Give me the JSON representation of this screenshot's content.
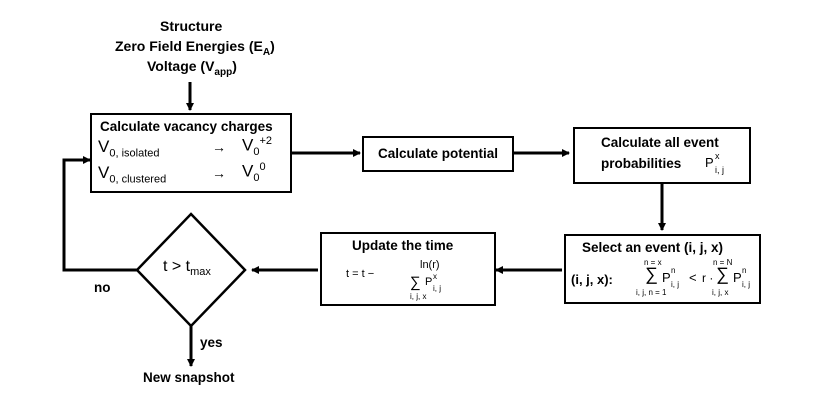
{
  "inputs": {
    "line1": "Structure",
    "line2_main": "Zero Field Energies (E",
    "line2_sub": "A",
    "line2_end": ")",
    "line3_main": "Voltage (V",
    "line3_sub": "app",
    "line3_end": ")"
  },
  "vacancy": {
    "title": "Calculate vacancy charges",
    "row1_left_main": "V",
    "row1_left_sub": "0, isolated",
    "row1_arrow": "→",
    "row1_right_main": "V",
    "row1_right_sub": "0",
    "row1_right_sup": "+2",
    "row2_left_main": "V",
    "row2_left_sub": "0, clustered",
    "row2_arrow": "→",
    "row2_right_main": "V",
    "row2_right_sub": "0",
    "row2_right_sup": "0"
  },
  "potential": {
    "title": "Calculate potential"
  },
  "probabilities": {
    "line1": "Calculate all event",
    "line2": "probabilities",
    "sym_main": "P",
    "sym_sup": "x",
    "sym_sub": "i, j"
  },
  "select": {
    "title": "Select an event (i, j, x)",
    "lhs": "(i, j, x):",
    "sum1_top": "n = x",
    "sum1_bottom": "i, j, n = 1",
    "sum_symbol": "∑",
    "p_main": "P",
    "p_sup": "n",
    "p_sub": "i, j",
    "lt": "<",
    "r_dot": "r ·",
    "sum2_top": "n = N",
    "sum2_bottom": "i, j, x"
  },
  "update": {
    "title": "Update the time",
    "lhs": "t = t −",
    "numerator": "ln(r)",
    "den_sum": "∑",
    "den_p": "P",
    "den_sup": "x",
    "den_sub": "i, j",
    "den_bottom": "i, j, x"
  },
  "decision": {
    "main": "t > t",
    "sub": "max"
  },
  "labels": {
    "no": "no",
    "yes": "yes",
    "output": "New snapshot"
  }
}
